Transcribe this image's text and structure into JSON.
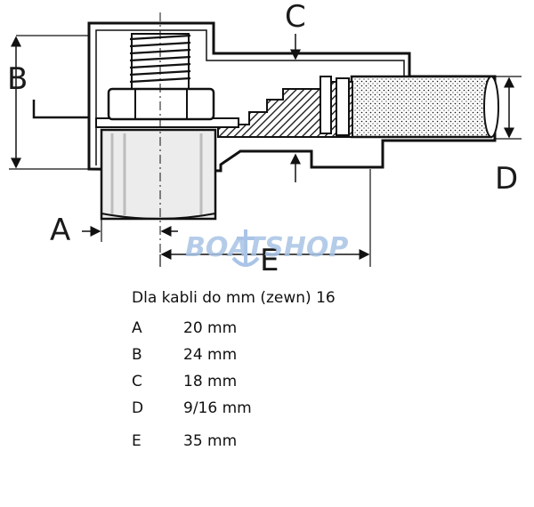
{
  "diagram": {
    "labels": {
      "a": "A",
      "b": "B",
      "c": "C",
      "d": "D",
      "e": "E"
    },
    "watermark": {
      "text": "BOATSHOP",
      "color": "#a9c4e6"
    }
  },
  "spec": {
    "title": "Dla kabli do mm (zewn) 16",
    "rows": [
      {
        "key": "A",
        "value": "20 mm"
      },
      {
        "key": "B",
        "value": "24 mm"
      },
      {
        "key": "C",
        "value": "18 mm"
      },
      {
        "key": "D",
        "value": "9/16 mm"
      },
      {
        "key": "E",
        "value": "35 mm"
      }
    ]
  }
}
